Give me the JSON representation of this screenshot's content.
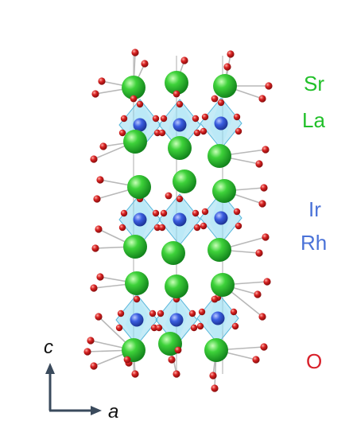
{
  "legend": {
    "sr": {
      "label": "Sr",
      "color": "#22c02a"
    },
    "la": {
      "label": "La",
      "color": "#22c02a"
    },
    "ir": {
      "label": "Ir",
      "color": "#4a72d8"
    },
    "rh": {
      "label": "Rh",
      "color": "#4a72d8"
    },
    "o": {
      "label": "O",
      "color": "#d8202a"
    }
  },
  "axes": {
    "c_label": "c",
    "a_label": "a",
    "arrow_color": "#3a4a5c"
  },
  "atom_colors": {
    "sr_la": "#1fb52a",
    "ir_rh": "#2f52c8",
    "o": "#c81818",
    "octahedron": "#7fd3ee"
  }
}
